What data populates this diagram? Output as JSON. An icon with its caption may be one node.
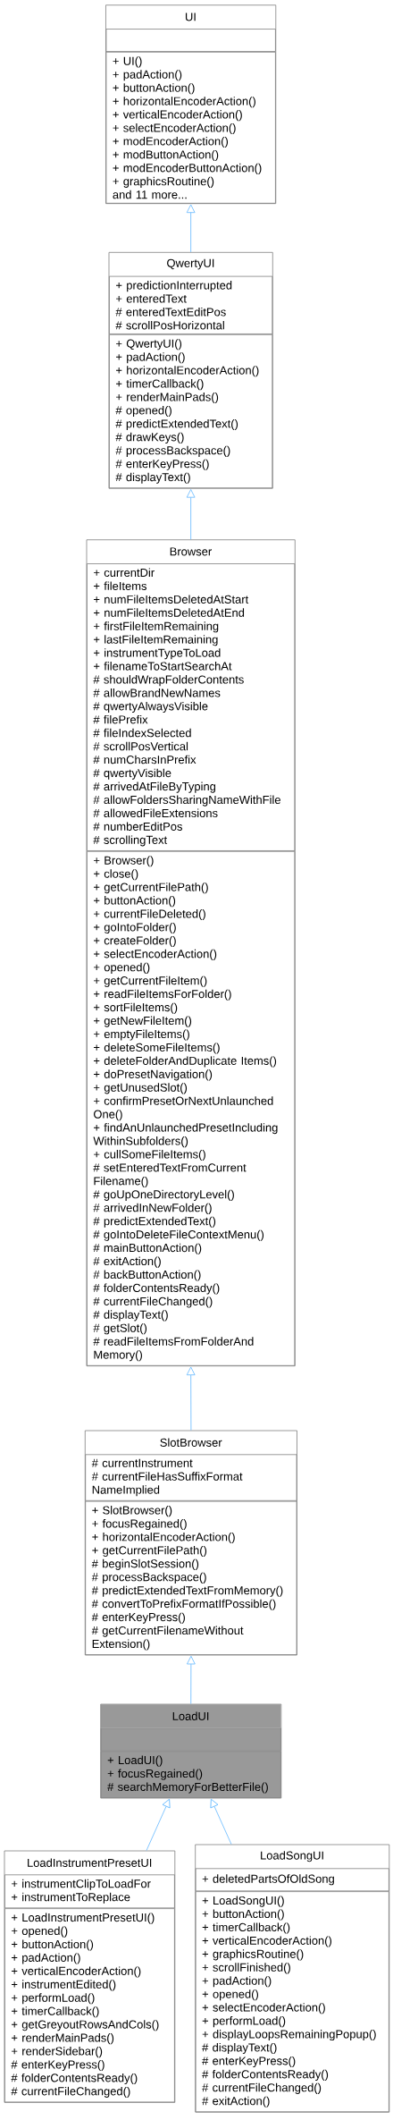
{
  "diagram": {
    "nodes": [
      {
        "text": [
          "UI"
        ]
      },
      {
        "text": [],
        "shape": "box",
        "in": 0
      },
      {
        "text": [
          "+ UI()",
          "+ padAction()",
          "+ buttonAction()",
          "+ horizontalEncoderAction()",
          "+ verticalEncoderAction()",
          "+ selectEncoderAction()",
          "+ modEncoderAction()",
          "+ modButtonAction()",
          "+ modEncoderButtonAction()",
          "+ graphicsRoutine()",
          "and 11 more..."
        ],
        "in": 0
      },
      {
        "text": [
          "QwertyUI"
        ]
      },
      {
        "text": [
          "+ predictionInterrupted",
          "+ enteredText",
          "# enteredTextEditPos",
          "# scrollPosHorizontal"
        ],
        "in": 3
      },
      {
        "text": [
          "+ QwertyUI()",
          "+ padAction()",
          "+ horizontalEncoderAction()",
          "+ timerCallback()",
          "+ renderMainPads()",
          "# opened()",
          "# predictExtendedText()",
          "# drawKeys()",
          "# processBackspace()",
          "# enterKeyPress()",
          "# displayText()"
        ],
        "in": 3
      },
      {
        "text": [
          "Browser"
        ]
      },
      {
        "text": [
          "+ currentDir",
          "+ fileItems",
          "+ numFileItemsDeletedAtStart",
          "+ numFileItemsDeletedAtEnd",
          "+ firstFileItemRemaining",
          "+ lastFileItemRemaining",
          "+ instrumentTypeToLoad",
          "+ filenameToStartSearchAt",
          "# shouldWrapFolderContents",
          "# allowBrandNewNames",
          "# qwertyAlwaysVisible",
          "# filePrefix",
          "# fileIndexSelected",
          "# scrollPosVertical",
          "# numCharsInPrefix",
          "# qwertyVisible",
          "# arrivedAtFileByTyping",
          "# allowFoldersSharingNameWithFile",
          "# allowedFileExtensions",
          "# numberEditPos",
          "# scrollingText"
        ],
        "in": 6
      },
      {
        "text": [
          "+ Browser()",
          "+ close()",
          "+ getCurrentFilePath()",
          "+ buttonAction()",
          "+ currentFileDeleted()",
          "+ goIntoFolder()",
          "+ createFolder()",
          "+ selectEncoderAction()",
          "+ opened()",
          "+ getCurrentFileItem()",
          "+ readFileItemsForFolder()",
          "+ sortFileItems()",
          "+ getNewFileItem()",
          "+ emptyFileItems()",
          "+ deleteSomeFileItems()",
          "+ deleteFolderAndDuplicate Items()",
          "+ doPresetNavigation()",
          "+ getUnusedSlot()",
          "+ confirmPresetOrNextUnlaunched One()",
          "+ findAnUnlaunchedPresetIncluding WithinSubfolders()",
          "+ cullSomeFileItems()",
          "# setEnteredTextFromCurrent Filename()",
          "# goUpOneDirectoryLevel()",
          "# arrivedInNewFolder()",
          "# predictExtendedText()",
          "# goIntoDeleteFileContextMenu()",
          "# mainButtonAction()",
          "# exitAction()",
          "# backButtonAction()",
          "# folderContentsReady()",
          "# currentFileChanged()",
          "# displayText()",
          "# getSlot()",
          "# readFileItemsFromFolderAnd Memory()"
        ],
        "in": 6
      },
      {
        "text": [
          "SlotBrowser"
        ]
      },
      {
        "text": [
          "# currentInstrument",
          "# currentFileHasSuffixFormat NameImplied"
        ],
        "in": 9
      },
      {
        "text": [
          "+ SlotBrowser()",
          "+ focusRegained()",
          "+ horizontalEncoderAction()",
          "+ getCurrentFilePath()",
          "# beginSlotSession()",
          "# processBackspace()",
          "# predictExtendedTextFromMemory()",
          "# convertToPrefixFormatIfPossible()",
          "# enterKeyPress()",
          "# getCurrentFilenameWithout Extension()"
        ],
        "in": 9
      },
      {
        "text": [
          "LoadUI"
        ]
      },
      {
        "text": [],
        "shape": "box",
        "in": 12
      },
      {
        "text": [
          "+ LoadUI()",
          "+ focusRegained()",
          "# searchMemoryForBetterFile()"
        ],
        "in": 12
      },
      {
        "text": [
          "LoadInstrumentPresetUI"
        ]
      },
      {
        "text": [
          "+ instrumentClipToLoadFor",
          "+ instrumentToReplace"
        ],
        "in": 15
      },
      {
        "text": [
          "+ LoadInstrumentPresetUI()",
          "+ opened()",
          "+ buttonAction()",
          "+ padAction()",
          "+ verticalEncoderAction()",
          "+ instrumentEdited()",
          "+ performLoad()",
          "+ timerCallback()",
          "+ getGreyoutRowsAndCols()",
          "+ renderMainPads()",
          "+ renderSidebar()",
          "# enterKeyPress()",
          "# folderContentsReady()",
          "# currentFileChanged()"
        ],
        "in": 15
      },
      {
        "text": [
          "LoadSongUI"
        ]
      },
      {
        "text": [
          "+ deletedPartsOfOldSong"
        ],
        "in": 18
      },
      {
        "text": [
          "+ LoadSongUI()",
          "+ buttonAction()",
          "+ timerCallback()",
          "+ verticalEncoderAction()",
          "+ graphicsRoutine()",
          "+ scrollFinished()",
          "+ padAction()",
          "+ opened()",
          "+ selectEncoderAction()",
          "+ performLoad()",
          "+ displayLoopsRemainingPopup()",
          "# displayText()",
          "# enterKeyPress()",
          "# folderContentsReady()",
          "# currentFileChanged()",
          "# exitAction()"
        ],
        "in": 18
      }
    ],
    "edges": [
      {
        "from": 3,
        "to": 0,
        "arrow": "to"
      },
      {
        "from": 6,
        "to": 3,
        "arrow": "to"
      },
      {
        "from": 9,
        "to": 6,
        "arrow": "to"
      },
      {
        "from": 12,
        "to": 9,
        "arrow": "to"
      },
      {
        "from": 15,
        "to": 12,
        "arrow": "to"
      },
      {
        "from": 18,
        "to": 12,
        "arrow": "to"
      }
    ]
  }
}
